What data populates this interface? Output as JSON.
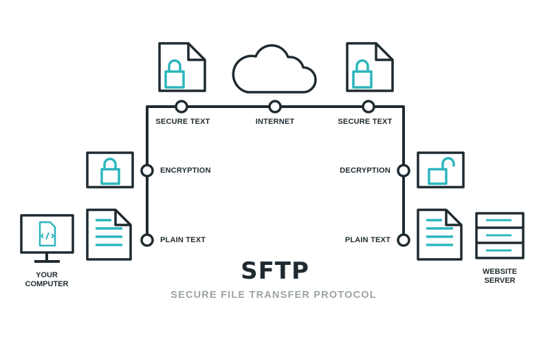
{
  "diagram": {
    "title": "SFTP",
    "subtitle": "SECURE FILE TRANSFER PROTOCOL",
    "labels": {
      "secure_text_left": "SECURE TEXT",
      "internet": "INTERNET",
      "secure_text_right": "SECURE TEXT",
      "encryption": "ENCRYPTION",
      "decryption": "DECRYPTION",
      "plain_text_left": "PLAIN TEXT",
      "plain_text_right": "PLAIN TEXT"
    },
    "endpoints": {
      "computer_line1": "YOUR",
      "computer_line2": "COMPUTER",
      "server_line1": "WEBSITE",
      "server_line2": "SERVER"
    },
    "icons": [
      "document-lock-icon",
      "cloud-icon",
      "lock-icon",
      "unlock-icon",
      "document-text-icon",
      "computer-code-icon",
      "server-icon"
    ],
    "colors": {
      "stroke": "#1f2a30",
      "accent": "#2bb5bd",
      "muted": "#9ba3a7"
    }
  }
}
